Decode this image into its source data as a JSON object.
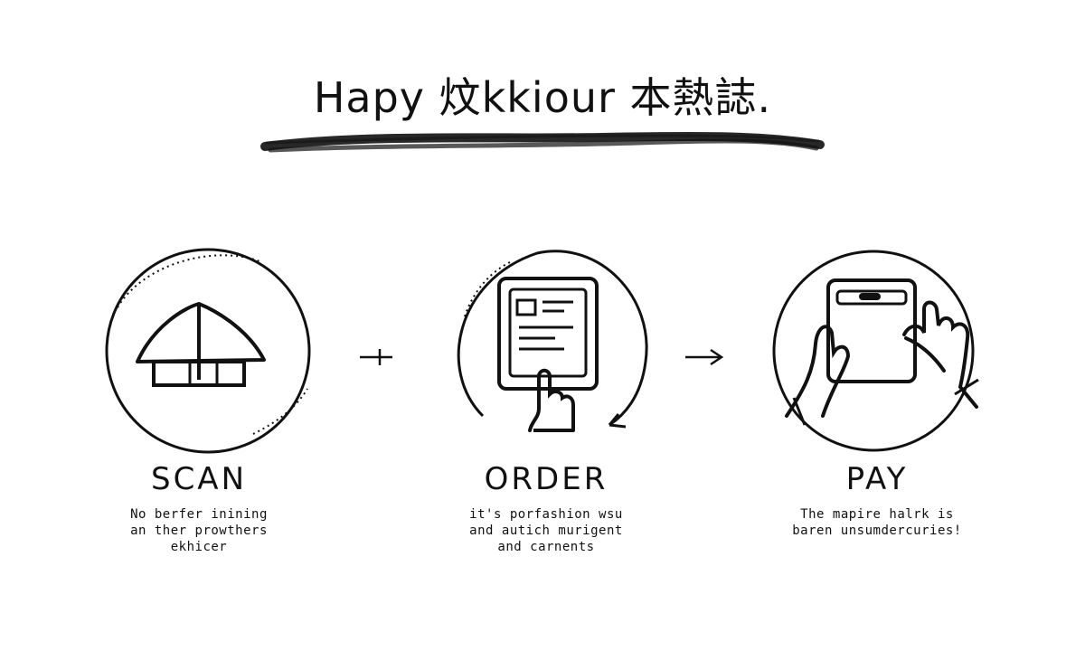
{
  "title": "Hapy 炆kkiour 本熱誌.",
  "steps": [
    {
      "label": "SCAN",
      "icon": "hut-icon",
      "desc": [
        "No berfer inining",
        "an ther prowthers",
        "ekhicer"
      ]
    },
    {
      "label": "ORDER",
      "icon": "tablet-tap-icon",
      "desc": [
        "it's porfashion wsu",
        "and autich murigent",
        "and carnents"
      ]
    },
    {
      "label": "PAY",
      "icon": "hands-tablet-icon",
      "desc": [
        "The mapire halrk is",
        "baren unsumdercuries!"
      ]
    }
  ],
  "connectors": [
    "+",
    "→"
  ],
  "colors": {
    "ink": "#111111",
    "background": "#ffffff"
  }
}
